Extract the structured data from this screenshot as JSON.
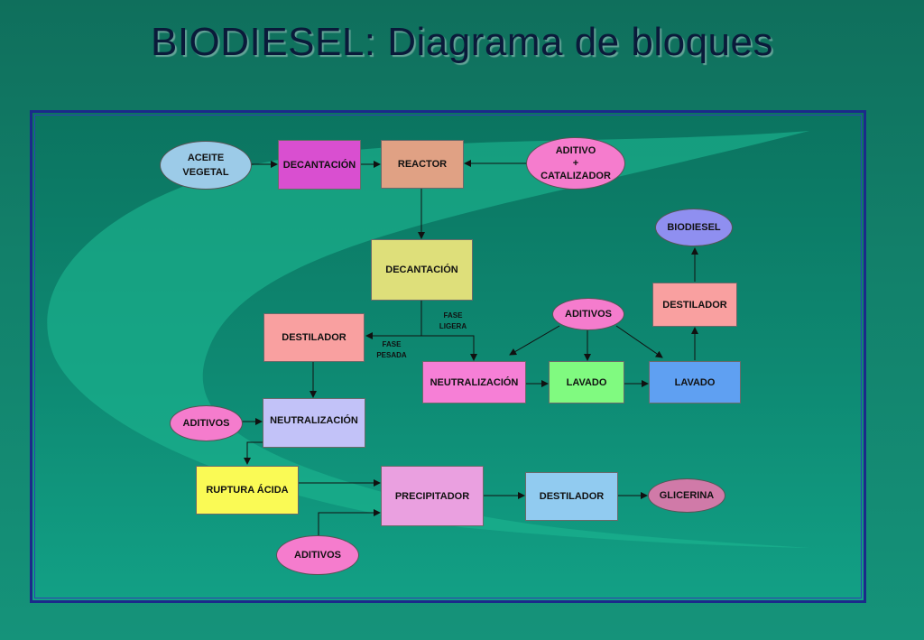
{
  "title": "BIODIESEL: Diagrama de bloques",
  "nodes": {
    "aceite_vegetal": [
      "ACEITE",
      "VEGETAL"
    ],
    "decantacion_1": "DECANTACIÓN",
    "reactor": "REACTOR",
    "aditivo_catalizador": [
      "ADITIVO",
      "+",
      "CATALIZADOR"
    ],
    "biodiesel": "BIODIESEL",
    "decantacion_2": "DECANTACIÓN",
    "destilador_top": "DESTILADOR",
    "aditivos_mid": "ADITIVOS",
    "destilador_left": "DESTILADOR",
    "fase_ligera": [
      "FASE",
      "LIGERA"
    ],
    "fase_pesada": [
      "FASE",
      "PESADA"
    ],
    "neutralizacion_right": "NEUTRALIZACIÓN",
    "lavado_1": "LAVADO",
    "lavado_2": "LAVADO",
    "aditivos_left": "ADITIVOS",
    "neutralizacion_left": "NEUTRALIZACIÓN",
    "ruptura_acida": "RUPTURA ÁCIDA",
    "precipitador": "PRECIPITADOR",
    "destilador_bottom": "DESTILADOR",
    "glicerina": "GLICERINA",
    "aditivos_bottom": "ADITIVOS"
  },
  "colors": {
    "decantacion_1": "#d94fd0",
    "reactor": "#e0a184",
    "aceite": "#9ccbe8",
    "aditivo_oval": "#f57ccd",
    "biodiesel": "#8f8ff0",
    "decantacion_2": "#dedf7a",
    "destilador": "#f9a0a0",
    "neutralizacion_right": "#f67fd6",
    "lavado_1": "#80fa80",
    "lavado_2": "#5fa0f2",
    "neutralizacion_left": "#c2c2f8",
    "ruptura": "#fafa55",
    "precipitador": "#eaa0e0",
    "destilador_bottom": "#91cbf0",
    "glicerina": "#d07aa8"
  }
}
